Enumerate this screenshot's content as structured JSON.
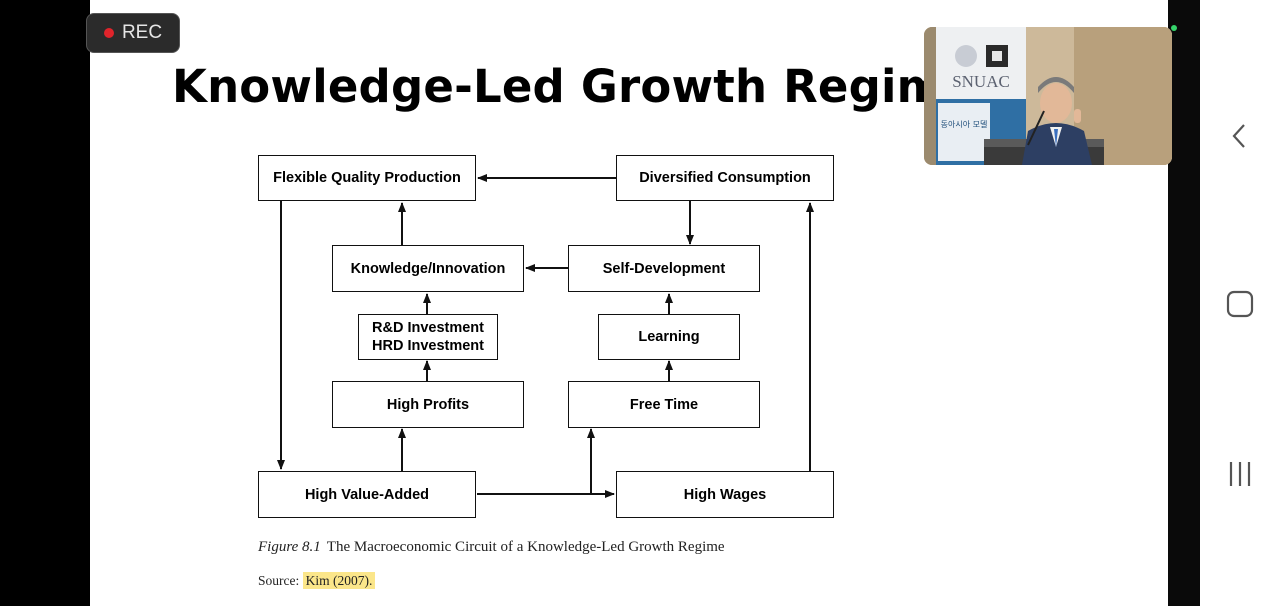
{
  "recording": {
    "label": "REC"
  },
  "slide": {
    "title": "Knowledge-Led Growth Regime",
    "diagram": {
      "boxes": {
        "flexible_quality_production": "Flexible Quality Production",
        "diversified_consumption": "Diversified Consumption",
        "knowledge_innovation": "Knowledge/Innovation",
        "self_development": "Self-Development",
        "rd_investment": "R&D Investment",
        "hrd_investment": "HRD Investment",
        "learning": "Learning",
        "high_profits": "High Profits",
        "free_time": "Free Time",
        "high_value_added": "High Value-Added",
        "high_wages": "High Wages"
      }
    },
    "caption": {
      "figure_label": "Figure 8.1",
      "text": "The Macroeconomic Circuit of a Knowledge-Led Growth Regime"
    },
    "source": {
      "prefix": "Source: ",
      "citation": "Kim (2007)",
      "suffix": "."
    }
  },
  "webcam": {
    "banner_text": "SNUAC",
    "poster_text": "동아시아 모델"
  },
  "navigation": {
    "back": "back-chevron-icon",
    "home": "home-square-icon",
    "recents": "recent-apps-icon"
  },
  "colors": {
    "rec_dot": "#e0242b",
    "highlight": "#fbe68a",
    "status_dot": "#35d46b"
  }
}
